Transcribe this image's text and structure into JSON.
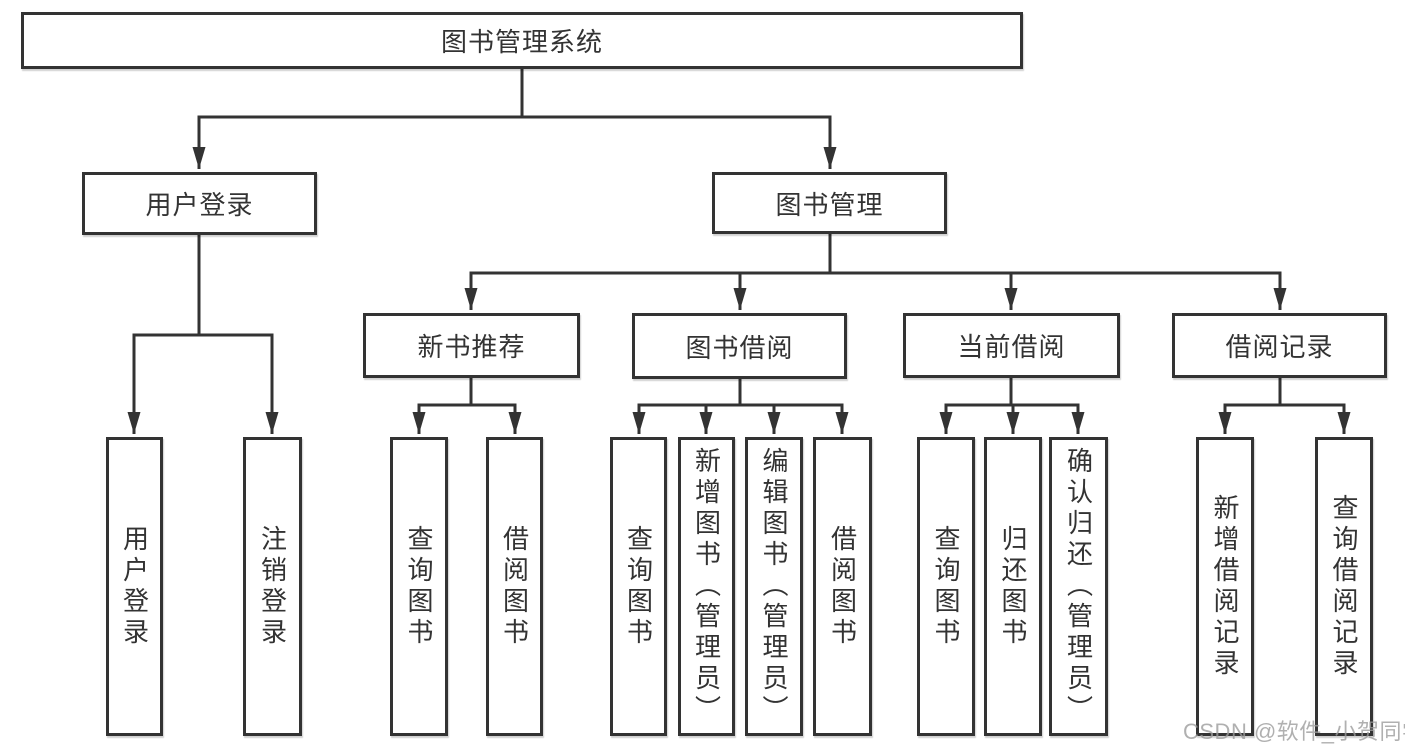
{
  "diagram": {
    "title": "图书管理系统",
    "nodes": {
      "root": "图书管理系统",
      "user_login": "用户登录",
      "book_management": "图书管理",
      "new_book_recommend": "新书推荐",
      "book_borrow": "图书借阅",
      "current_borrow": "当前借阅",
      "borrow_records": "借阅记录",
      "leaf_user_login": "用户登录",
      "leaf_logout": "注销登录",
      "nbr_query_book": "查询图书",
      "nbr_borrow_book": "借阅图书",
      "bb_query_book": "查询图书",
      "bb_add_book": "新增图书（管理员）",
      "bb_edit_book": "编辑图书（管理员）",
      "bb_borrow_book": "借阅图书",
      "cb_query_book": "查询图书",
      "cb_return_book": "归还图书",
      "cb_confirm_return": "确认归还（管理员）",
      "br_add_record": "新增借阅记录",
      "br_query_record": "查询借阅记录"
    }
  },
  "watermark": {
    "text": "CSDN @软件_小贺同学"
  },
  "colors": {
    "line": "#333333",
    "text": "#333333",
    "watermark": "#9d9d9d",
    "background": "#ffffff"
  }
}
